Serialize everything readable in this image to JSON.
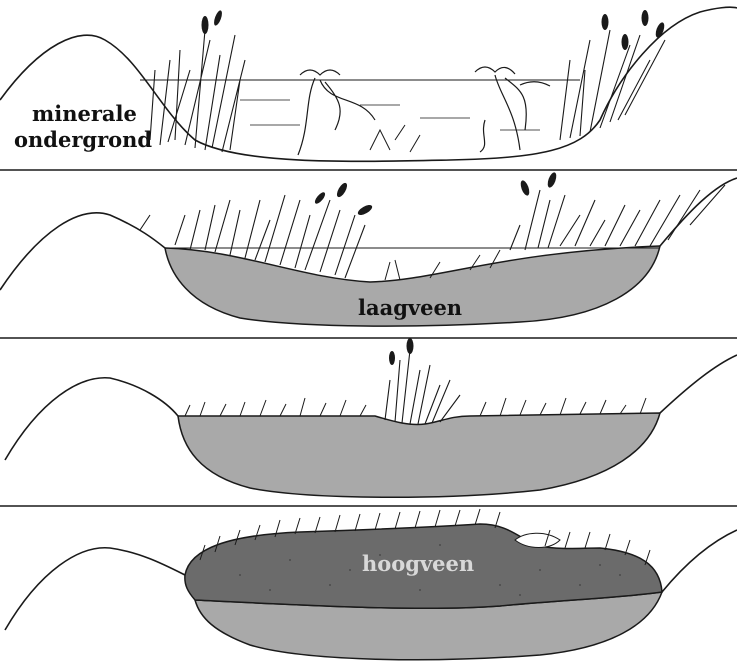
{
  "labels": {
    "mineral_line1": "minerale",
    "mineral_line2": "ondergrond",
    "low_peat": "laagveen",
    "high_peat": "hoogveen"
  },
  "colors": {
    "low_peat_fill": "#a9a9a9",
    "high_peat_fill": "#6b6b6b",
    "outline": "#1a1a1a",
    "background": "#ffffff"
  },
  "stages": [
    {
      "name": "open-water",
      "contains": "mineral substrate, open water, reeds"
    },
    {
      "name": "low-peat-forming",
      "contains": "low peat layer, reeds"
    },
    {
      "name": "low-peat-filled",
      "contains": "low peat filled to surface"
    },
    {
      "name": "high-peat",
      "contains": "raised bog over low peat"
    }
  ]
}
